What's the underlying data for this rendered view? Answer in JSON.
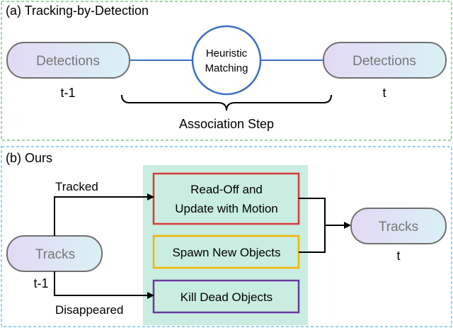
{
  "panel_a": {
    "title": "(a) Tracking-by-Detection",
    "left_node": "Detections",
    "left_time": "t-1",
    "center_node_line1": "Heuristic",
    "center_node_line2": "Matching",
    "right_node": "Detections",
    "right_time": "t",
    "brace_label": "Association Step"
  },
  "panel_b": {
    "title": "(b) Ours",
    "input_node": "Tracks",
    "input_time": "t-1",
    "edge_tracked": "Tracked",
    "edge_disappeared": "Disappeared",
    "box_readoff_line1": "Read-Off and",
    "box_readoff_line2": "Update with Motion",
    "box_spawn": "Spawn New Objects",
    "box_kill": "Kill Dead Objects",
    "output_node": "Tracks",
    "output_time": "t"
  },
  "colors": {
    "panel_a_border": "#7fc97f",
    "panel_b_border": "#6ec6e8",
    "pill_fill_start": "#e3d9f5",
    "pill_fill_end": "#d9f1f5",
    "pill_text": "#777777",
    "matching_circle": "#3a6fc4",
    "connector": "#3a6fc4",
    "module_panel_fill": "#c9ede0",
    "readoff_border": "#d63a3a",
    "spawn_border": "#f2b400",
    "kill_border": "#6a3aa0"
  }
}
